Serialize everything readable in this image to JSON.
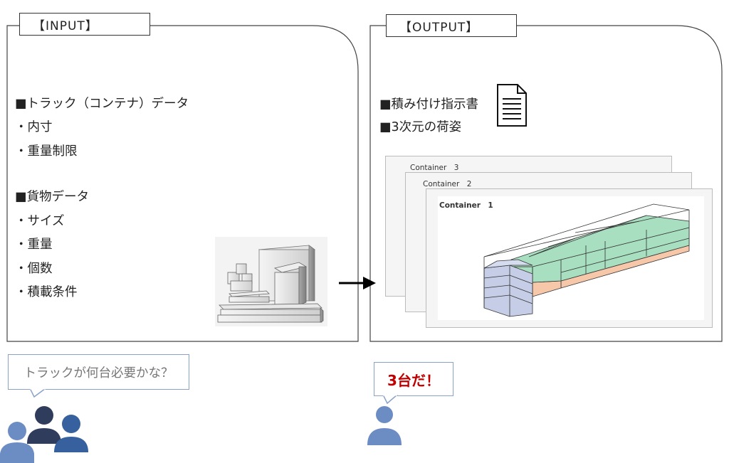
{
  "input": {
    "tab_label": "【INPUT】",
    "lines": [
      "■トラック（コンテナ）データ",
      "・内寸",
      "・重量制限",
      "■貨物データ",
      "・サイズ",
      "・重量",
      "・個数",
      "・積載条件"
    ]
  },
  "output": {
    "tab_label": "【OUTPUT】",
    "lines": [
      "■積み付け指示書",
      "■3次元の荷姿"
    ],
    "containers": [
      "Container　3",
      "Container　2",
      "Container　1"
    ]
  },
  "bubbles": {
    "question": "トラックが何台必要かな？",
    "answer": "3台だ！"
  },
  "colors": {
    "answer_text": "#c00000",
    "person_dark": "#2f3c5c",
    "person_mid": "#36609e",
    "person_light": "#6c8cc4",
    "cargo_blue": "#c5cee6",
    "cargo_green": "#a8dfc0",
    "cargo_orange": "#f6c7a8"
  },
  "icons": [
    "document-icon",
    "cargo-boxes-icon",
    "arrow-right-icon",
    "person-icon"
  ]
}
